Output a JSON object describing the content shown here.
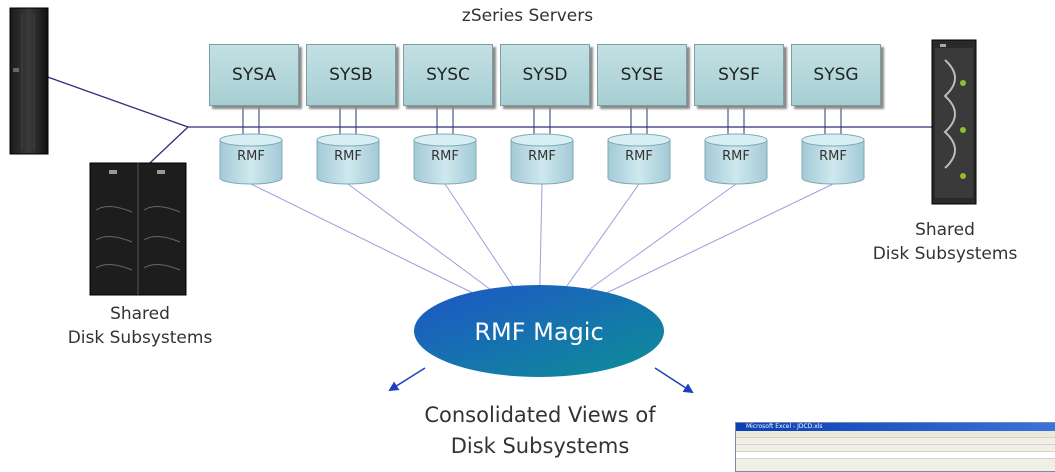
{
  "title": "zSeries Servers",
  "servers": [
    {
      "name": "SYSA",
      "agent": "RMF"
    },
    {
      "name": "SYSB",
      "agent": "RMF"
    },
    {
      "name": "SYSC",
      "agent": "RMF"
    },
    {
      "name": "SYSD",
      "agent": "RMF"
    },
    {
      "name": "SYSE",
      "agent": "RMF"
    },
    {
      "name": "SYSF",
      "agent": "RMF"
    },
    {
      "name": "SYSG",
      "agent": "RMF"
    }
  ],
  "left_storage": {
    "line1": "Shared",
    "line2": "Disk Subsystems"
  },
  "right_storage": {
    "line1": "Shared",
    "line2": "Disk Subsystems"
  },
  "hub": {
    "label": "RMF Magic"
  },
  "output": {
    "line1": "Consolidated Views of",
    "line2": "Disk Subsystems"
  },
  "excel_title": "Microsoft Excel - JDCD.xls",
  "colors": {
    "server_fill": "#b5d8dc",
    "cylinder_fill": "#b9dce6",
    "bus_line": "#2b2f7a",
    "fan_line": "#9c9ee0",
    "hub_gradient_start": "#1f55c8",
    "hub_gradient_end": "#0d8f96",
    "arrow": "#1f3fbf"
  }
}
